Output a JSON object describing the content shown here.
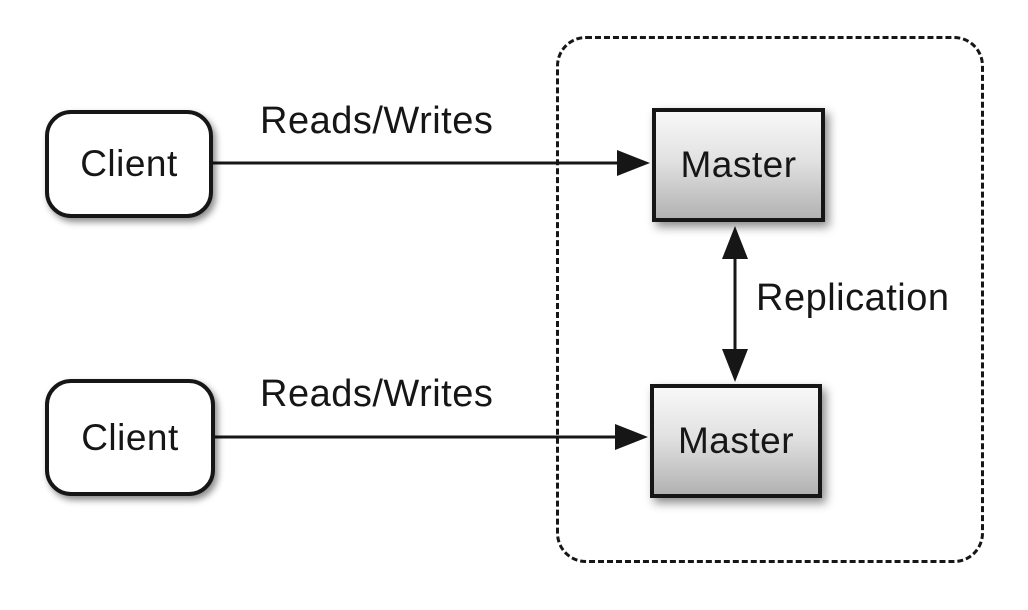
{
  "diagram": {
    "type": "architecture-diagram",
    "clients": [
      {
        "label": "Client"
      },
      {
        "label": "Client"
      }
    ],
    "masters": [
      {
        "label": "Master"
      },
      {
        "label": "Master"
      }
    ],
    "edges": {
      "reads_writes_top": "Reads/Writes",
      "reads_writes_bottom": "Reads/Writes",
      "replication": "Replication"
    },
    "colors": {
      "background": "#ffffff",
      "stroke": "#161616",
      "client_fill": "#ffffff",
      "master_gradient_top": "#f8f8f8",
      "master_gradient_bottom": "#b2b2b2"
    }
  }
}
